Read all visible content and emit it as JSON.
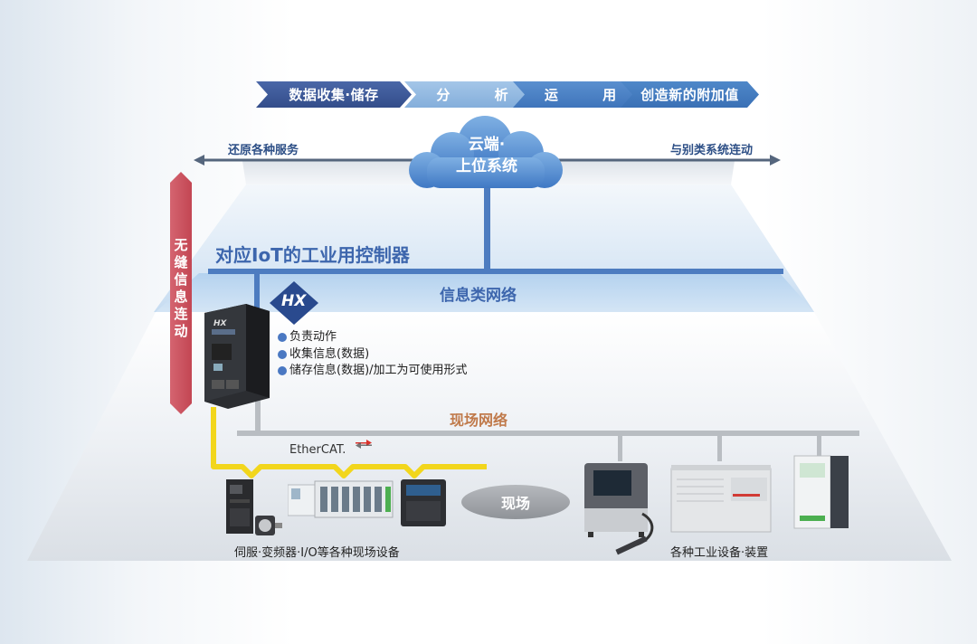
{
  "chevrons": [
    "数据收集·储存",
    "分 析",
    "运 用",
    "创造新的附加值"
  ],
  "cloud": {
    "line1": "云端·",
    "line2": "上位系统"
  },
  "left_arrow_label": "还原各种服务",
  "right_arrow_label": "与别类系统连动",
  "seamless_label": "无缝信息连动",
  "controller_title": "对应IoT的工业用控制器",
  "info_network_label": "信息类网络",
  "hx_logo_text": "HX",
  "controller_functions": [
    "负责动作",
    "收集信息(数据)",
    "储存信息(数据)/加工为可使用形式"
  ],
  "field_network_label": "现场网络",
  "ethercat_logo": "EtherCAT.",
  "field_oval": "现场",
  "left_devices_caption": "伺服·变频器·I/O等各种现场设备",
  "right_devices_caption": "各种工业设备·装置",
  "colors": {
    "navy": "#334d8a",
    "accent_blue": "#3d66ad",
    "seam_red": "#c84a57",
    "ethercat_yellow": "#f2d61c",
    "field_orange": "#c07a4b"
  },
  "icons": [
    "cloud-icon",
    "hx-logo-icon",
    "controller-icon",
    "servo-drive-icon",
    "servo-motor-icon",
    "io-module-icon",
    "inverter-icon",
    "printer-icon",
    "compressor-icon",
    "cabinet-icon"
  ]
}
